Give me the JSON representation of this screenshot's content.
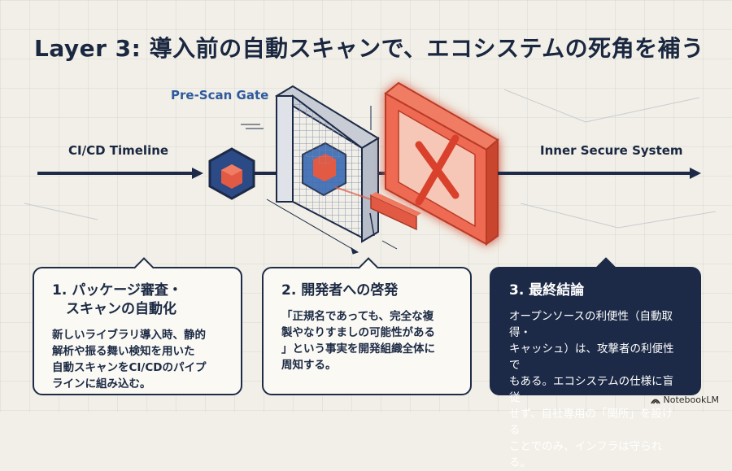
{
  "title": "Layer 3: 導入前の自動スキャンで、エコシステムの死角を補う",
  "labels": {
    "timeline": "CI/CD Timeline",
    "gate": "Pre-Scan Gate",
    "inner": "Inner Secure System"
  },
  "cards": [
    {
      "title": "1. パッケージ審査・\n　スキャンの自動化",
      "body": "新しいライブラリ導入時、静的\n解析や振る舞い検知を用いた\n自動スキャンをCI/CDのパイプ\nラインに組み込む。"
    },
    {
      "title": "2. 開発者への啓発",
      "body": "「正規名であっても、完全な複\n製やなりすましの可能性がある\n」という事実を開発組織全体に\n周知する。"
    },
    {
      "title": "3. 最終結論",
      "body": "オープンソースの利便性（自動取得・\nキャッシュ）は、攻撃者の利便性で\nもある。エコシステムの仕様に盲従\nせず、自社専用の「関所」を設ける\nことでのみ、インフラは守られる。"
    }
  ],
  "watermark": "NotebookLM",
  "colors": {
    "navy": "#1c2a47",
    "red": "#e25a44",
    "blue": "#2e5a9e",
    "background": "#f1efe7"
  }
}
